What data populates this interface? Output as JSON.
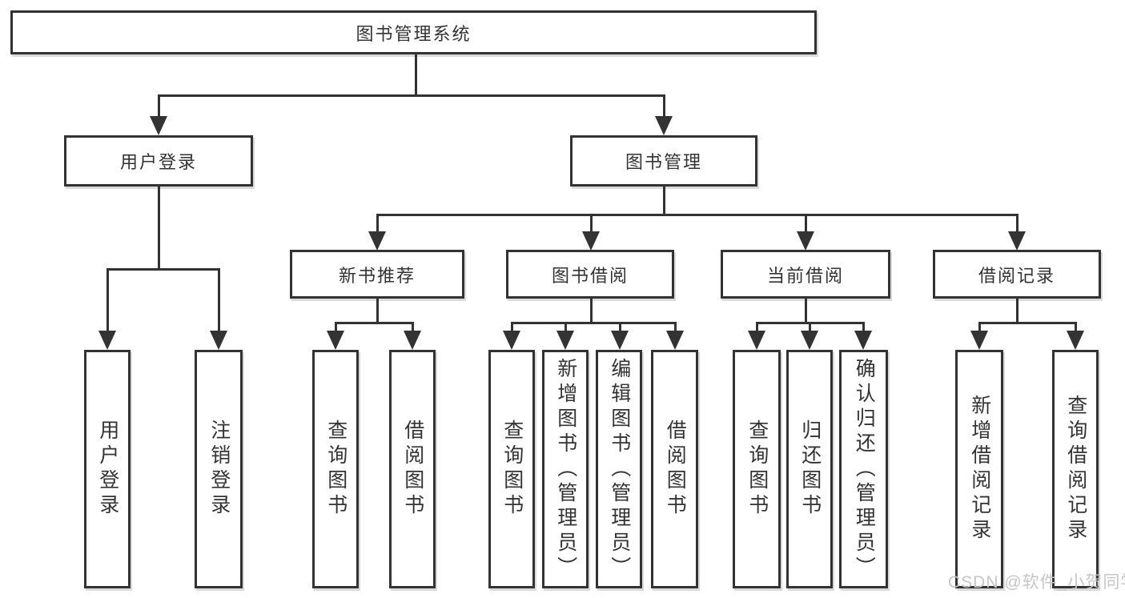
{
  "colors": {
    "line": "#333333",
    "text": "#333333",
    "box_background": "#ffffff",
    "page_background": "#ffffff",
    "watermark_text": "#c6c6c6"
  },
  "watermark": {
    "text": "CSDN @软件_小贺同学"
  },
  "tree": {
    "root": {
      "label": "图书管理系统",
      "children": [
        {
          "label": "用户登录",
          "children": [
            {
              "label": "用户登录"
            },
            {
              "label": "注销登录"
            }
          ]
        },
        {
          "label": "图书管理",
          "children": [
            {
              "label": "新书推荐",
              "children": [
                {
                  "label": "查询图书"
                },
                {
                  "label": "借阅图书"
                }
              ]
            },
            {
              "label": "图书借阅",
              "children": [
                {
                  "label": "查询图书"
                },
                {
                  "label": "新增图书（管理员）"
                },
                {
                  "label": "编辑图书（管理员）"
                },
                {
                  "label": "借阅图书"
                }
              ]
            },
            {
              "label": "当前借阅",
              "children": [
                {
                  "label": "查询图书"
                },
                {
                  "label": "归还图书"
                },
                {
                  "label": "确认归还（管理员）"
                }
              ]
            },
            {
              "label": "借阅记录",
              "children": [
                {
                  "label": "新增借阅记录"
                },
                {
                  "label": "查询借阅记录"
                }
              ]
            }
          ]
        }
      ]
    }
  }
}
